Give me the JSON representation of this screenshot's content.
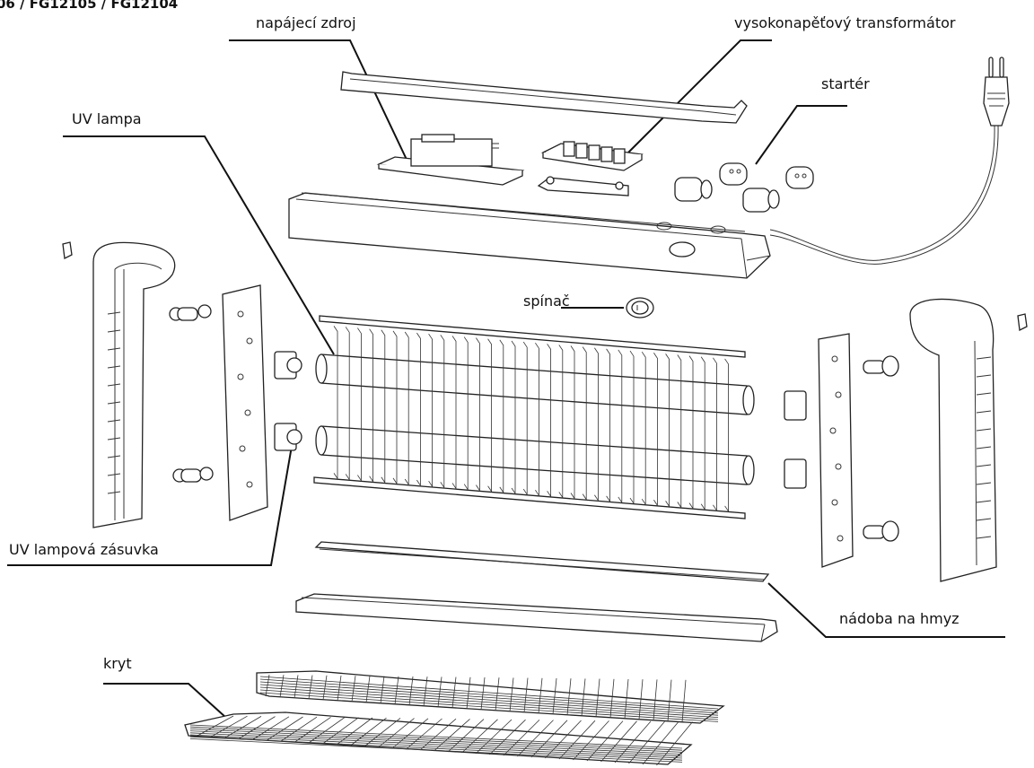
{
  "header": {
    "model_text": "06 / FG12105 / FG12104"
  },
  "labels": {
    "power_supply": "napájecí zdroj",
    "hv_transformer": "vysokonapěťový transformátor",
    "starter": "startér",
    "uv_lamp": "UV lampa",
    "switch": "spínač",
    "uv_lamp_socket": "UV lampová zásuvka",
    "insect_tray": "nádoba na hmyz",
    "cover": "kryt"
  }
}
